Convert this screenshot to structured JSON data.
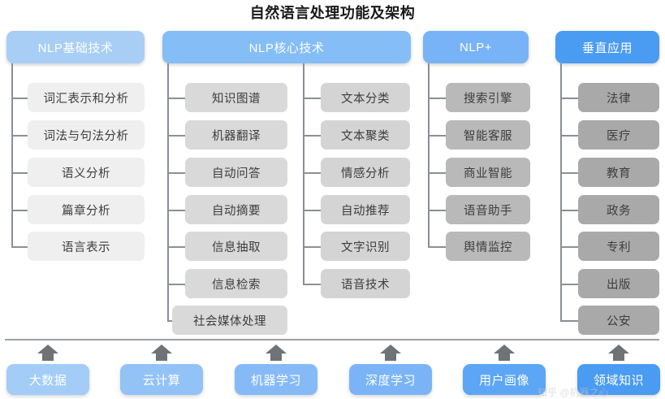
{
  "title": "自然语言处理功能及架构",
  "colors": {
    "header_basic": "#A8CEF5",
    "header_core": "#85BDF7",
    "header_plus": "#77B3F6",
    "header_vertical": "#4A9BF2",
    "node_col1": "#EFEFEF",
    "node_col2": "#D9D9D9",
    "node_col3": "#D4D4D4",
    "node_col4": "#B9B9B9",
    "node_col5": "#A9A9A9",
    "line": "#8A8F96",
    "arrow": "#6E7377",
    "title_text": "#1A1A1A",
    "node_text": "#3D3D3D"
  },
  "columns": [
    {
      "id": "nlp-basic",
      "header": "NLP基础技术",
      "header_color": "#A8CEF5",
      "node_color": "#EFEFEF",
      "items": [
        "词汇表示和分析",
        "词法与句法分析",
        "语义分析",
        "篇章分析",
        "语言表示"
      ]
    },
    {
      "id": "nlp-core-left",
      "header": "NLP核心技术",
      "header_color": "#85BDF7",
      "node_color": "#D9D9D9",
      "items": [
        "知识图谱",
        "机器翻译",
        "自动问答",
        "自动摘要",
        "信息抽取",
        "信息检索",
        "社会媒体处理"
      ]
    },
    {
      "id": "nlp-core-right",
      "header": "",
      "header_color": "#85BDF7",
      "node_color": "#D4D4D4",
      "items": [
        "文本分类",
        "文本聚类",
        "情感分析",
        "自动推荐",
        "文字识别",
        "语音技术"
      ]
    },
    {
      "id": "nlp-plus",
      "header": "NLP+",
      "header_color": "#77B3F6",
      "node_color": "#B9B9B9",
      "items": [
        "搜索引擎",
        "智能客服",
        "商业智能",
        "语音助手",
        "舆情监控"
      ]
    },
    {
      "id": "vertical-apps",
      "header": "垂直应用",
      "header_color": "#4A9BF2",
      "node_color": "#A9A9A9",
      "items": [
        "法律",
        "医疗",
        "教育",
        "政务",
        "专利",
        "出版",
        "公安"
      ]
    }
  ],
  "foundation": {
    "items": [
      {
        "label": "大数据",
        "color": "#A3CCF7"
      },
      {
        "label": "云计算",
        "color": "#93C2F7"
      },
      {
        "label": "机器学习",
        "color": "#86BAF7"
      },
      {
        "label": "深度学习",
        "color": "#7AB4F7"
      },
      {
        "label": "用户画像",
        "color": "#5CA6F5"
      },
      {
        "label": "领域知识",
        "color": "#4A9BF2"
      }
    ]
  },
  "watermark": "知乎 @机器之心"
}
